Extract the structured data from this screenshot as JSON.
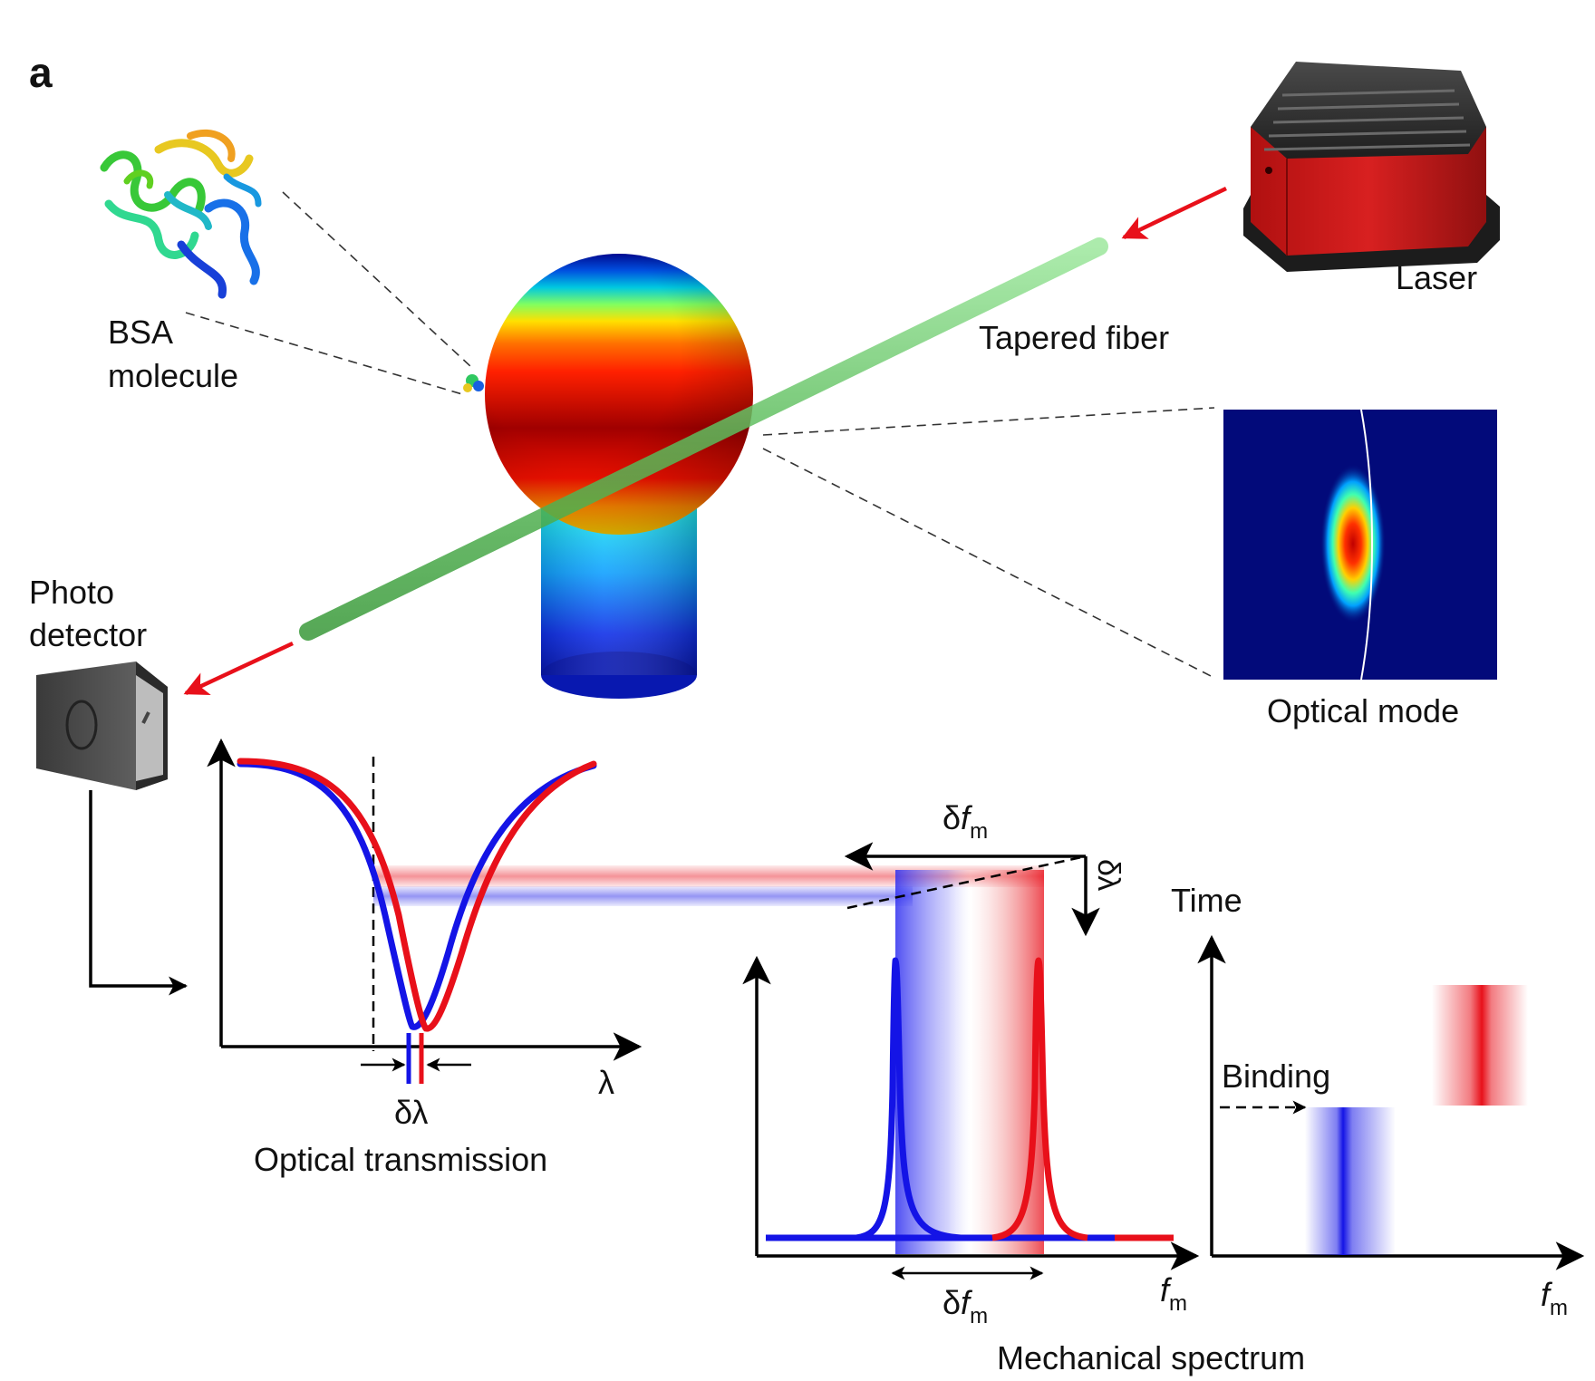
{
  "panel_label": "a",
  "labels": {
    "bsa_line1": "BSA",
    "bsa_line2": "molecule",
    "laser": "Laser",
    "tapered_fiber": "Tapered fiber",
    "photo_line1": "Photo",
    "photo_line2": "detector",
    "optical_mode": "Optical mode",
    "optical_transmission": "Optical transmission",
    "mechanical_spectrum": "Mechanical spectrum",
    "time": "Time",
    "binding": "Binding"
  },
  "symbols": {
    "lambda": "λ",
    "delta_lambda": "δλ",
    "delta": "δ",
    "f": "f",
    "m": "m"
  },
  "colors": {
    "red": "#e8101a",
    "blue": "#1414e6",
    "fiber": "#6cc46c",
    "laser_body": "#c81818",
    "mode_bg": "#020a7a"
  },
  "icons": [
    "bsa-molecule-icon",
    "laser-icon",
    "photodetector-icon",
    "microresonator-sphere-icon",
    "optical-mode-image"
  ]
}
